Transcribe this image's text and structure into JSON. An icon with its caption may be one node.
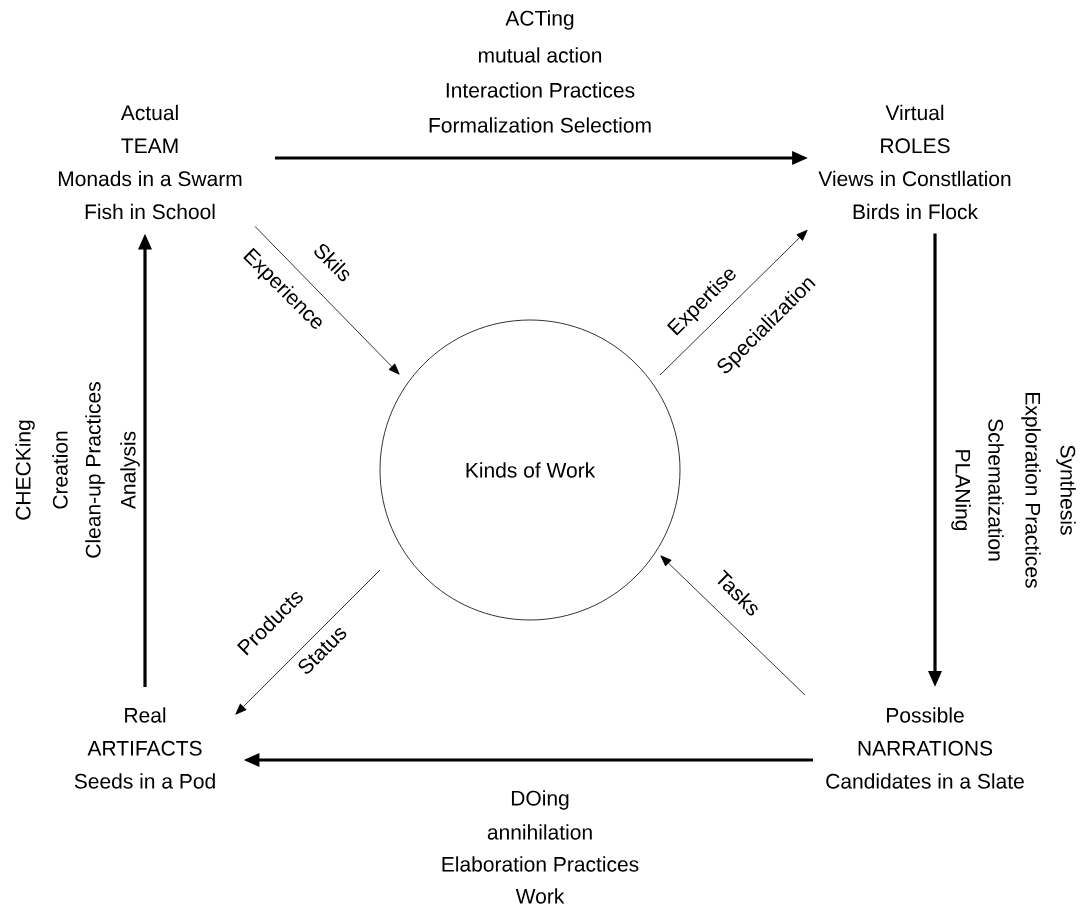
{
  "diagram": {
    "nodes": [
      {
        "text": [
          "Actual",
          "TEAM",
          "Monads in a Swarm",
          "Fish in School"
        ]
      },
      {
        "text": [
          "Virtual",
          "ROLES",
          "Views in Constllation",
          "Birds in Flock"
        ]
      },
      {
        "text": [
          "Kinds of Work"
        ]
      },
      {
        "text": [
          "Possible",
          "NARRATIONS",
          "Candidates in a Slate"
        ]
      },
      {
        "text": [
          "Real",
          "ARTIFACTS",
          "Seeds in a Pod"
        ]
      }
    ],
    "edges": [
      {
        "from": 0,
        "to": 1,
        "arrow": "to",
        "style": "thick"
      },
      {
        "from": 1,
        "to": 3,
        "arrow": "to",
        "style": "thick"
      },
      {
        "from": 3,
        "to": 4,
        "arrow": "to",
        "style": "thick"
      },
      {
        "from": 4,
        "to": 0,
        "arrow": "to",
        "style": "thick"
      },
      {
        "from": 0,
        "to": 2,
        "arrow": "to"
      },
      {
        "from": 2,
        "to": 1,
        "arrow": "to"
      },
      {
        "from": 3,
        "to": 2,
        "arrow": "to"
      },
      {
        "from": 2,
        "to": 4,
        "arrow": "to"
      }
    ],
    "labels": [
      "ACTing",
      "mutual action",
      "Interaction Practices",
      "Formalization Selectiom",
      "Skils",
      "Experience",
      "Expertise",
      "Specialization",
      "CHECKing",
      "Creation",
      "Clean-up Practices",
      "Analysis",
      "PLANing",
      "Schematization",
      "Exploration Practices",
      "Synthesis",
      "Tasks",
      "Products",
      "Status",
      "DOing",
      "annihilation",
      "Elaboration Practices",
      "Work"
    ]
  }
}
